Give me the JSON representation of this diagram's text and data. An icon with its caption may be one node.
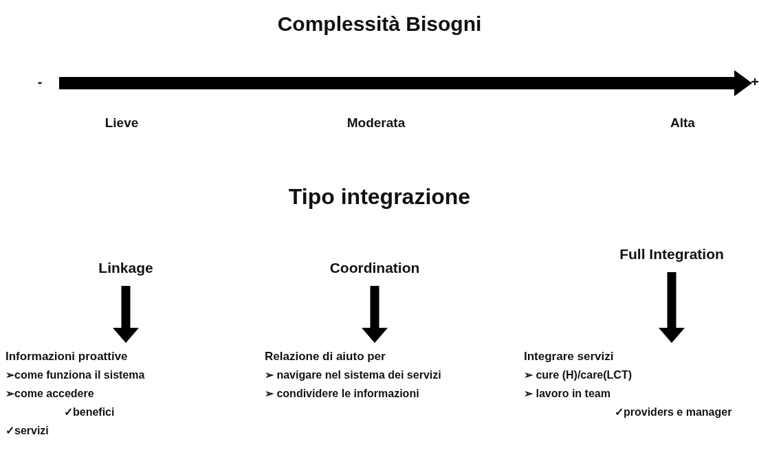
{
  "diagram": {
    "title": "Complessità Bisogni",
    "nodes": [
      {
        "text": [
          "Linkage"
        ]
      },
      {
        "text": [
          "Informazioni proattive",
          "➢come funziona il sistema",
          "➢come accedere",
          "✓benefici",
          "✓servizi"
        ]
      },
      {
        "text": [
          "Coordination"
        ]
      },
      {
        "text": [
          "Relazione di aiuto per",
          "➢ navigare nel sistema dei servizi",
          "➢ condividere le informazioni"
        ]
      },
      {
        "text": [
          "Full Integration"
        ]
      },
      {
        "text": [
          "Integrare servizi",
          "➢ cure (H)/care(LCT)",
          "➢ lavoro in team",
          "✓providers e manager"
        ]
      }
    ],
    "edges": [
      {
        "from": 0,
        "to": 1,
        "arrow": "to"
      },
      {
        "from": 2,
        "to": 3,
        "arrow": "to"
      },
      {
        "from": 4,
        "to": 5,
        "arrow": "to"
      }
    ],
    "labels": [
      "-",
      "+",
      "Lieve",
      "Moderata",
      "Alta",
      "Tipo integrazione"
    ]
  }
}
